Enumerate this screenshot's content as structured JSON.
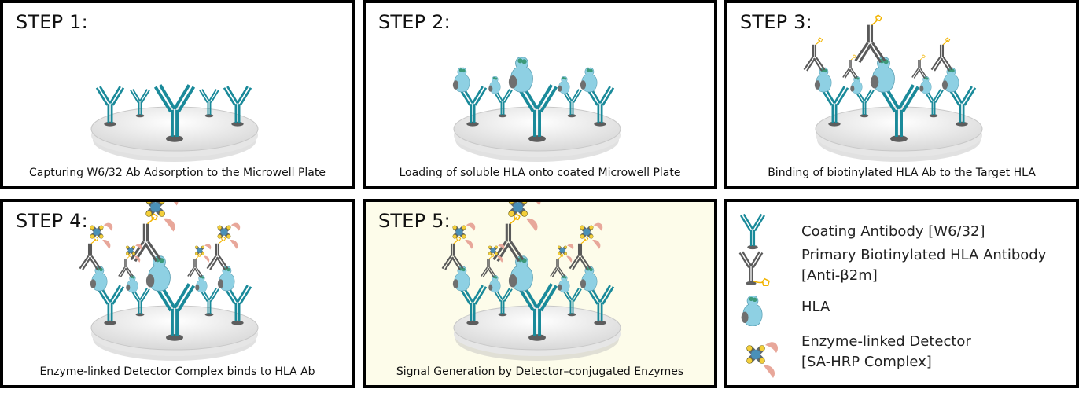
{
  "steps": [
    {
      "title": "STEP 1:",
      "caption": "Capturing W6/32 Ab Adsorption to the Microwell Plate"
    },
    {
      "title": "STEP 2:",
      "caption": "Loading of soluble HLA onto coated Microwell Plate"
    },
    {
      "title": "STEP 3:",
      "caption": "Binding of biotinylated HLA Ab to the Target HLA"
    },
    {
      "title": "STEP 4:",
      "caption": "Enzyme-linked Detector Complex binds to HLA Ab"
    },
    {
      "title": "STEP 5:",
      "caption": "Signal Generation by Detector–conjugated Enzymes"
    }
  ],
  "legend": [
    {
      "icon": "coating-antibody-icon",
      "line1": "Coating Antibody [W6/32]",
      "line2": ""
    },
    {
      "icon": "biotinylated-antibody-icon",
      "line1": "Primary Biotinylated HLA Antibody",
      "line2": "[Anti-β2m]"
    },
    {
      "icon": "hla-icon",
      "line1": "HLA",
      "line2": ""
    },
    {
      "icon": "detector-complex-icon",
      "line1": "Enzyme-linked Detector",
      "line2": "[SA-HRP Complex]"
    }
  ],
  "colors": {
    "coating_antibody": "#1a8a9a",
    "detection_antibody": "#5a5a5a",
    "hla": "#8ed0e3",
    "biotin": "#f2b400",
    "streptavidin": "#4a90b8",
    "enzyme": "#e8a79a",
    "plate": "#d8d8d8",
    "step5_background": "#fdfcea"
  }
}
